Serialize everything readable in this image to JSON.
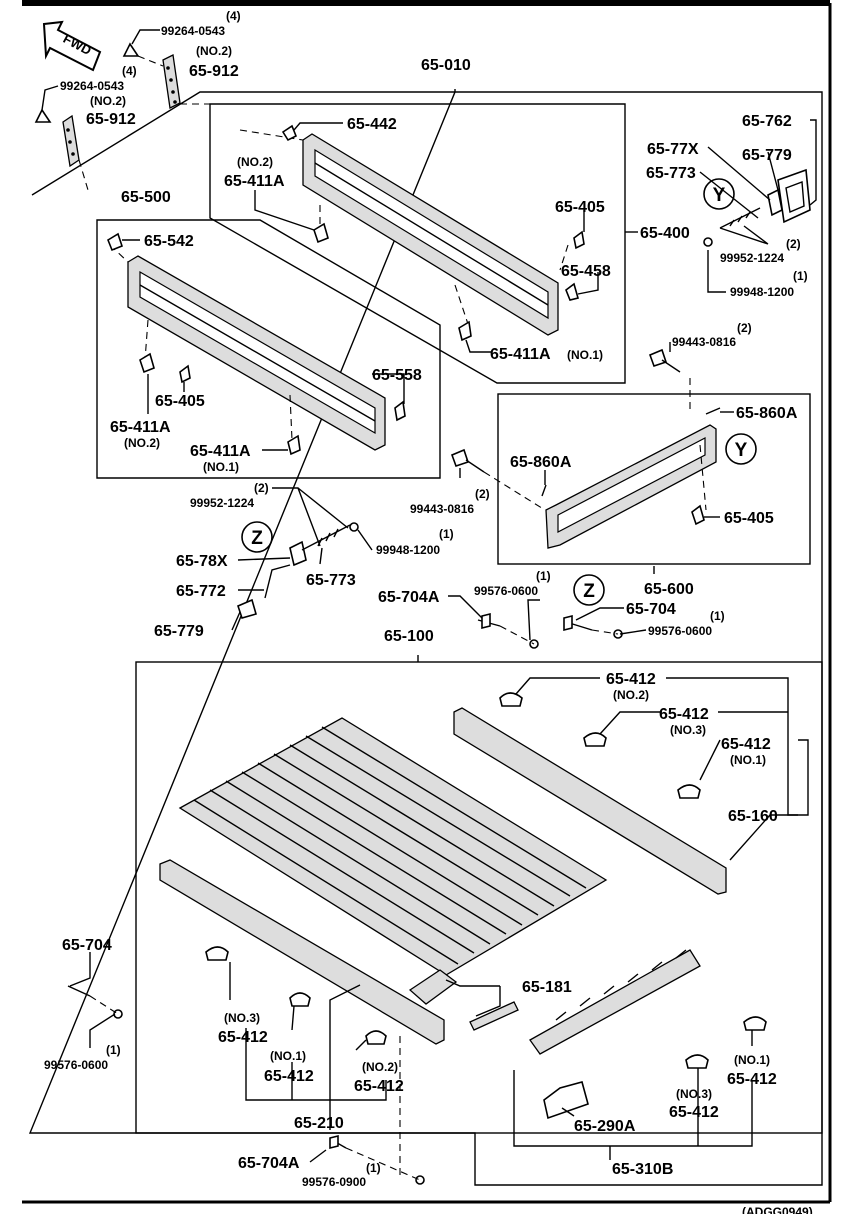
{
  "direction_label": "FWD",
  "diagram_code": "(ADGG0949)",
  "callouts": {
    "y": "Y",
    "z": "Z"
  },
  "labels": {
    "hw_99264_top": "99264-0543",
    "qty_4a": "(4)",
    "no2_a": "(NO.2)",
    "p_912_a": "65-912",
    "hw_99264_left": "99264-0543",
    "qty_4b": "(4)",
    "no2_b": "(NO.2)",
    "p_912_b": "65-912",
    "p_010": "65-010",
    "p_442": "65-442",
    "no2_c": "(NO.2)",
    "p_411a_a": "65-411A",
    "p_405_a": "65-405",
    "p_400": "65-400",
    "p_458": "65-458",
    "p_411a_b": "65-411A",
    "no1_a": "(NO.1)",
    "p_762": "65-762",
    "p_77x": "65-77X",
    "p_779_a": "65-779",
    "p_773_a": "65-773",
    "qty_2a": "(2)",
    "hw_99952_a": "99952-1224",
    "qty_1a": "(1)",
    "hw_99948_a": "99948-1200",
    "p_500": "65-500",
    "p_542": "65-542",
    "p_558": "65-558",
    "p_405_b": "65-405",
    "p_411a_c": "65-411A",
    "no2_d": "(NO.2)",
    "p_411a_d": "65-411A",
    "no1_b": "(NO.1)",
    "qty_2b": "(2)",
    "hw_99443_a": "99443-0816",
    "p_860a_a": "65-860A",
    "p_860a_b": "65-860A",
    "p_405_c": "65-405",
    "hw_99443_b": "99443-0816",
    "qty_2c": "(2)",
    "qty_2d": "(2)",
    "hw_99952_b": "99952-1224",
    "qty_1b": "(1)",
    "hw_99948_b": "99948-1200",
    "p_78x": "65-78X",
    "p_773_b": "65-773",
    "p_772": "65-772",
    "p_779_b": "65-779",
    "p_704a_a": "65-704A",
    "qty_1c": "(1)",
    "hw_99576_a": "99576-0600",
    "p_600": "65-600",
    "p_704_a": "65-704",
    "qty_1d": "(1)",
    "hw_99576_b": "99576-0600",
    "p_100": "65-100",
    "p_412_a": "65-412",
    "no2_e": "(NO.2)",
    "p_412_b": "65-412",
    "no3_a": "(NO.3)",
    "p_412_c": "65-412",
    "no1_c": "(NO.1)",
    "p_160": "65-160",
    "p_704_b": "65-704",
    "p_181": "65-181",
    "no3_b": "(NO.3)",
    "p_412_d": "65-412",
    "no1_d": "(NO.1)",
    "p_412_e": "65-412",
    "no2_f": "(NO.2)",
    "p_412_f": "65-412",
    "qty_1e": "(1)",
    "hw_99576_c": "99576-0600",
    "no1_e": "(NO.1)",
    "p_412_g": "65-412",
    "no3_c": "(NO.3)",
    "p_412_h": "65-412",
    "p_290a": "65-290A",
    "p_210": "65-210",
    "p_310b": "65-310B",
    "p_704a_b": "65-704A",
    "qty_1f": "(1)",
    "hw_99576_d": "99576-0900"
  }
}
